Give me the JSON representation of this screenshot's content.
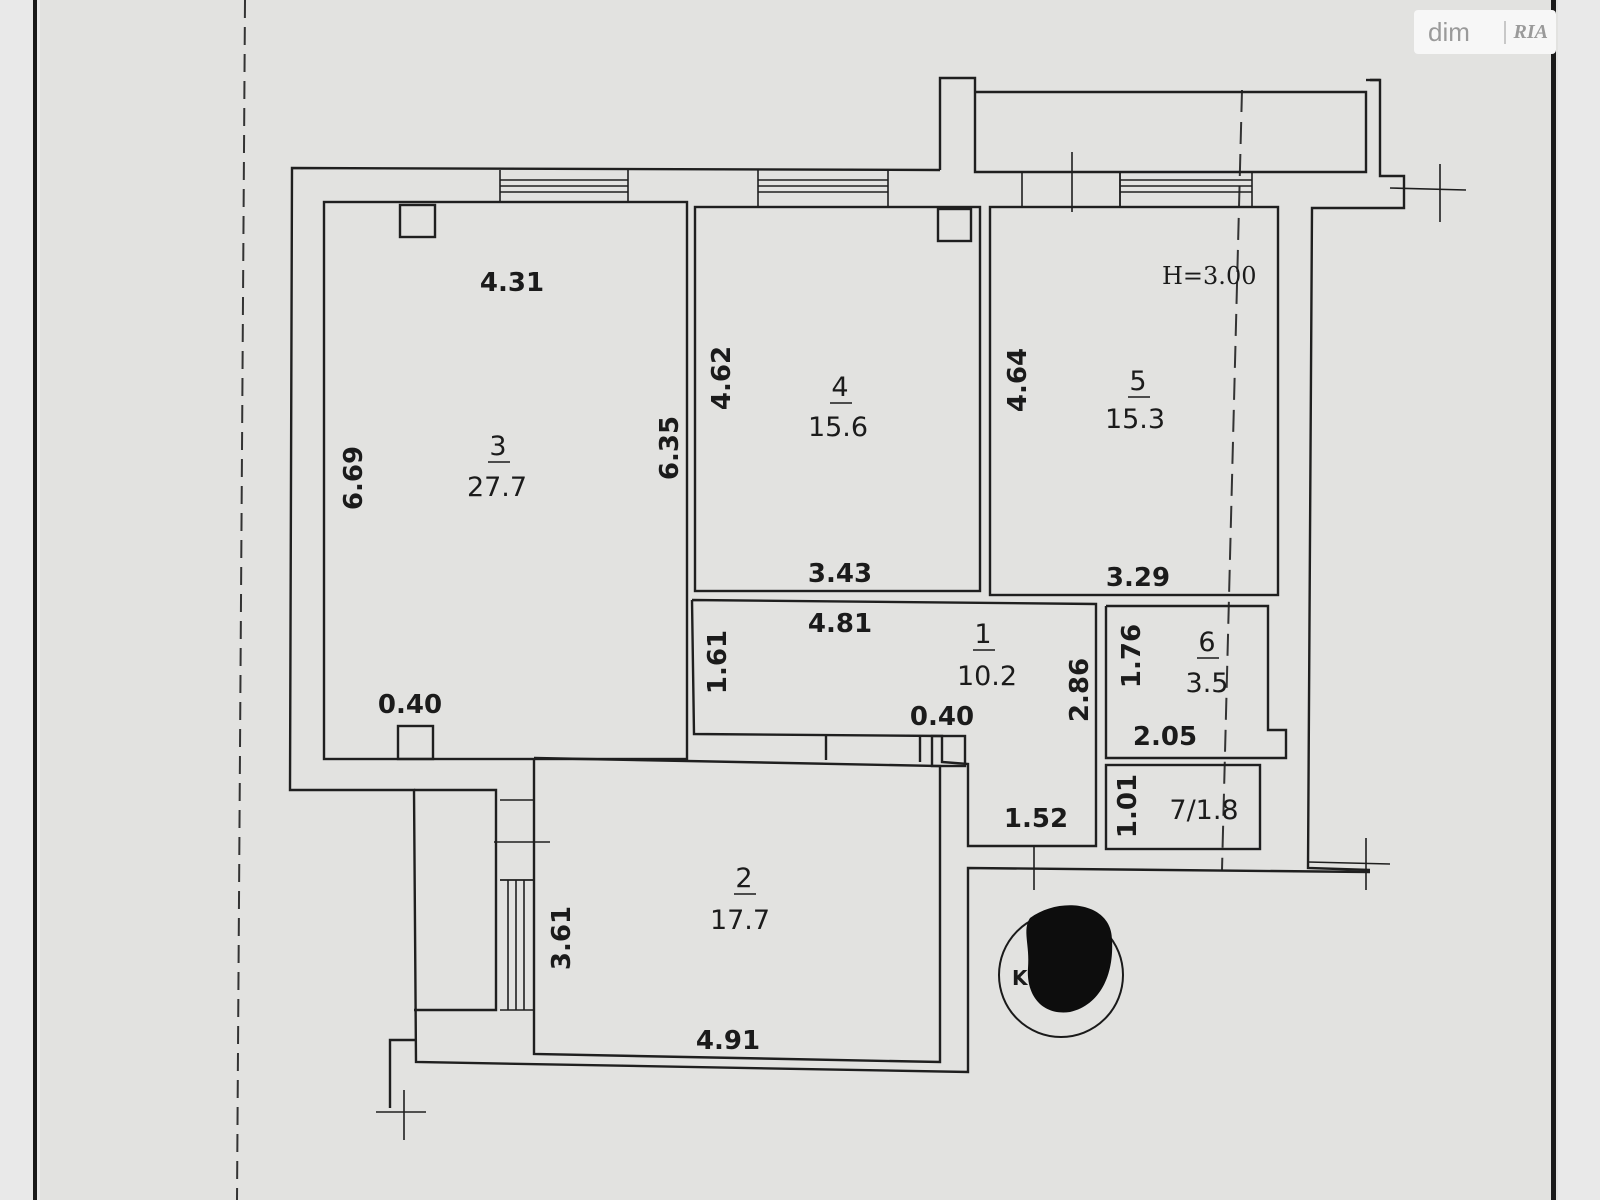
{
  "watermark": {
    "text": "dim",
    "logo": "RIA"
  },
  "ceiling_height": "H=3.00",
  "stamp_label": "K",
  "rooms": [
    {
      "number": "3",
      "area": "27.7"
    },
    {
      "number": "4",
      "area": "15.6"
    },
    {
      "number": "5",
      "area": "15.3"
    },
    {
      "number": "1",
      "area": "10.2"
    },
    {
      "number": "6",
      "area": "3.5"
    },
    {
      "number": "2",
      "area": "17.7"
    }
  ],
  "room7_label": "7/1.8",
  "dims": {
    "room3_top": "4.31",
    "room3_left": "6.69",
    "room3_right": "6.35",
    "room3_pier": "0.40",
    "room4_left": "4.62",
    "room4_bottom": "3.43",
    "room5_left": "4.64",
    "room5_bottom": "3.29",
    "hall_top": "4.81",
    "hall_left": "1.61",
    "hall_right": "2.86",
    "hall_pier": "0.40",
    "hall_bottom": "1.52",
    "room6_left": "1.76",
    "room6_bottom": "2.05",
    "room7_left": "1.01",
    "room2_left": "3.61",
    "room2_bottom": "4.91"
  }
}
